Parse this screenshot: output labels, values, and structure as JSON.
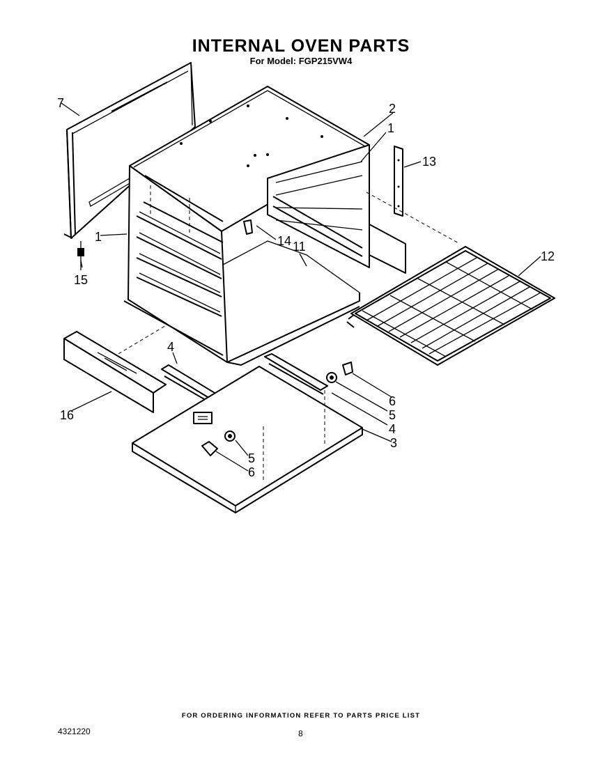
{
  "title": "INTERNAL OVEN PARTS",
  "subtitle": "For Model: FGP215VW4",
  "footer_note": "FOR ORDERING INFORMATION REFER TO PARTS PRICE LIST",
  "doc_number": "4321220",
  "page_number": "8",
  "callouts": {
    "c7": "7",
    "c2": "2",
    "c1a": "1",
    "c13": "13",
    "c1b": "1",
    "c14": "14",
    "c11": "11",
    "c12": "12",
    "c15": "15",
    "c16": "16",
    "c4a": "4",
    "c6a": "6",
    "c5a": "5",
    "c4b": "4",
    "c3": "3",
    "c5b": "5",
    "c6b": "6"
  }
}
